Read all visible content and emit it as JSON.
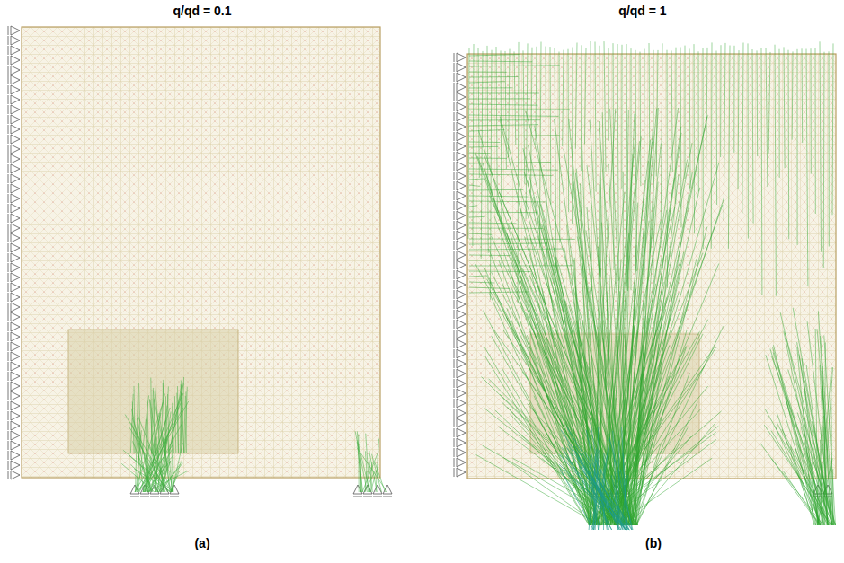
{
  "diagram": {
    "labels": [
      "q/qd = 0.1",
      "q/qd = 1",
      "(a)",
      "(b)"
    ]
  }
}
